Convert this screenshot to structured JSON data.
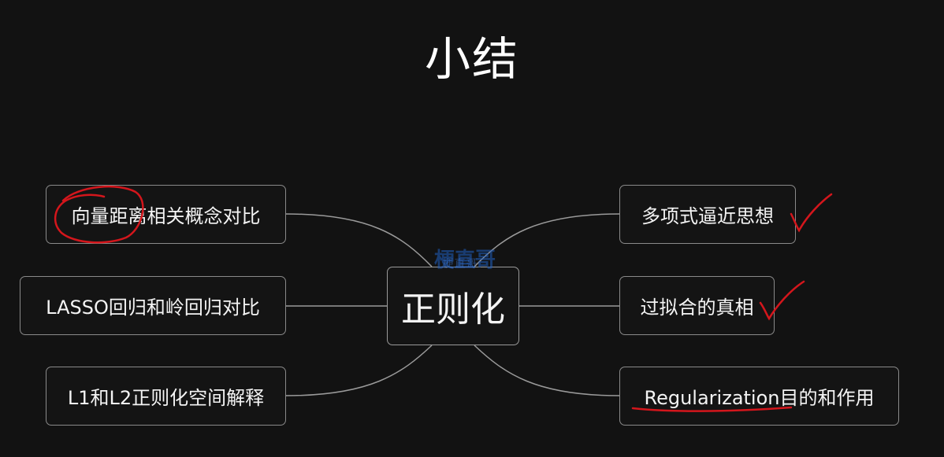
{
  "title": "小结",
  "center": {
    "label": "正则化"
  },
  "left_topics": [
    {
      "label": "向量距离相关概念对比"
    },
    {
      "label": "LASSO回归和岭回归对比"
    },
    {
      "label": "L1和L2正则化空间解释"
    }
  ],
  "right_topics": [
    {
      "label": "多项式逼近思想"
    },
    {
      "label": "过拟合的真相"
    },
    {
      "label": "Regularization目的和作用"
    }
  ],
  "watermark": {
    "text": "梗直哥",
    "subtext": "梗直哥"
  },
  "colors": {
    "background": "#121212",
    "node_border": "#8a8a8a",
    "connector": "#9a9a9a",
    "annotation_red": "#d4161c",
    "watermark_blue": "#1f5fbf"
  }
}
